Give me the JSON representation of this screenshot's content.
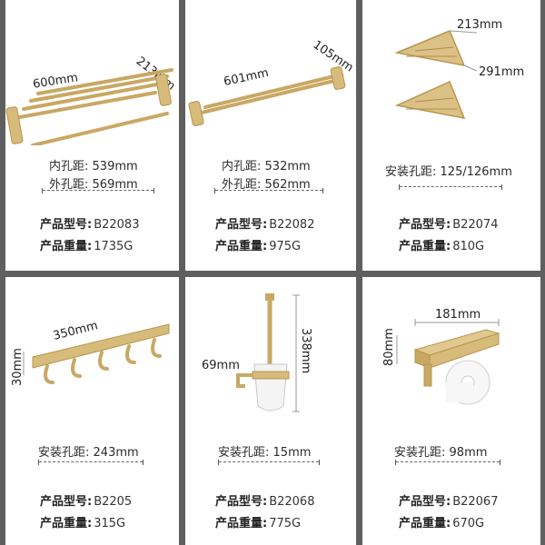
{
  "label_model": "产品型号:",
  "label_weight": "产品重量:",
  "label_inner": "内孔距:",
  "label_outer": "外孔距:",
  "label_install": "安装孔距:",
  "products": [
    {
      "dim_a": "600mm",
      "dim_b": "213mm",
      "inner": "539mm",
      "outer": "569mm",
      "model": "B22083",
      "weight": "1735G"
    },
    {
      "dim_a": "601mm",
      "dim_b": "105mm",
      "inner": "532mm",
      "outer": "562mm",
      "model": "B22082",
      "weight": "975G"
    },
    {
      "dim_a": "213mm",
      "dim_b": "291mm",
      "install": "125/126mm",
      "model": "B22074",
      "weight": "810G"
    },
    {
      "dim_a": "350mm",
      "dim_b": "30mm",
      "install": "243mm",
      "model": "B2205",
      "weight": "315G"
    },
    {
      "dim_a": "338mm",
      "dim_b": "69mm",
      "install": "15mm",
      "model": "B22068",
      "weight": "775G"
    },
    {
      "dim_a": "181mm",
      "dim_b": "80mm",
      "install": "98mm",
      "model": "B22067",
      "weight": "670G"
    }
  ]
}
